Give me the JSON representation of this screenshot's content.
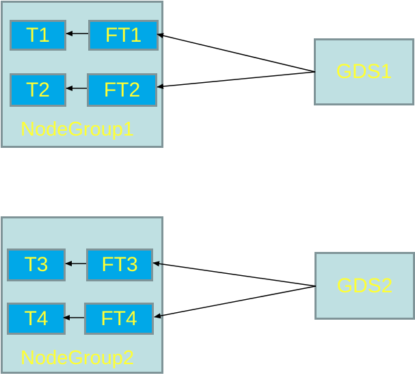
{
  "colors": {
    "group_fill": "#bfe0e2",
    "border": "#7f9498",
    "box_fill": "#00a8e8",
    "text": "#ffff33",
    "arrow": "#000000"
  },
  "groups": [
    {
      "label": "NodeGroup1",
      "tables": [
        "T1",
        "T2"
      ],
      "foreign_tables": [
        "FT1",
        "FT2"
      ]
    },
    {
      "label": "NodeGroup2",
      "tables": [
        "T3",
        "T4"
      ],
      "foreign_tables": [
        "FT3",
        "FT4"
      ]
    }
  ],
  "servers": [
    "GDS1",
    "GDS2"
  ]
}
